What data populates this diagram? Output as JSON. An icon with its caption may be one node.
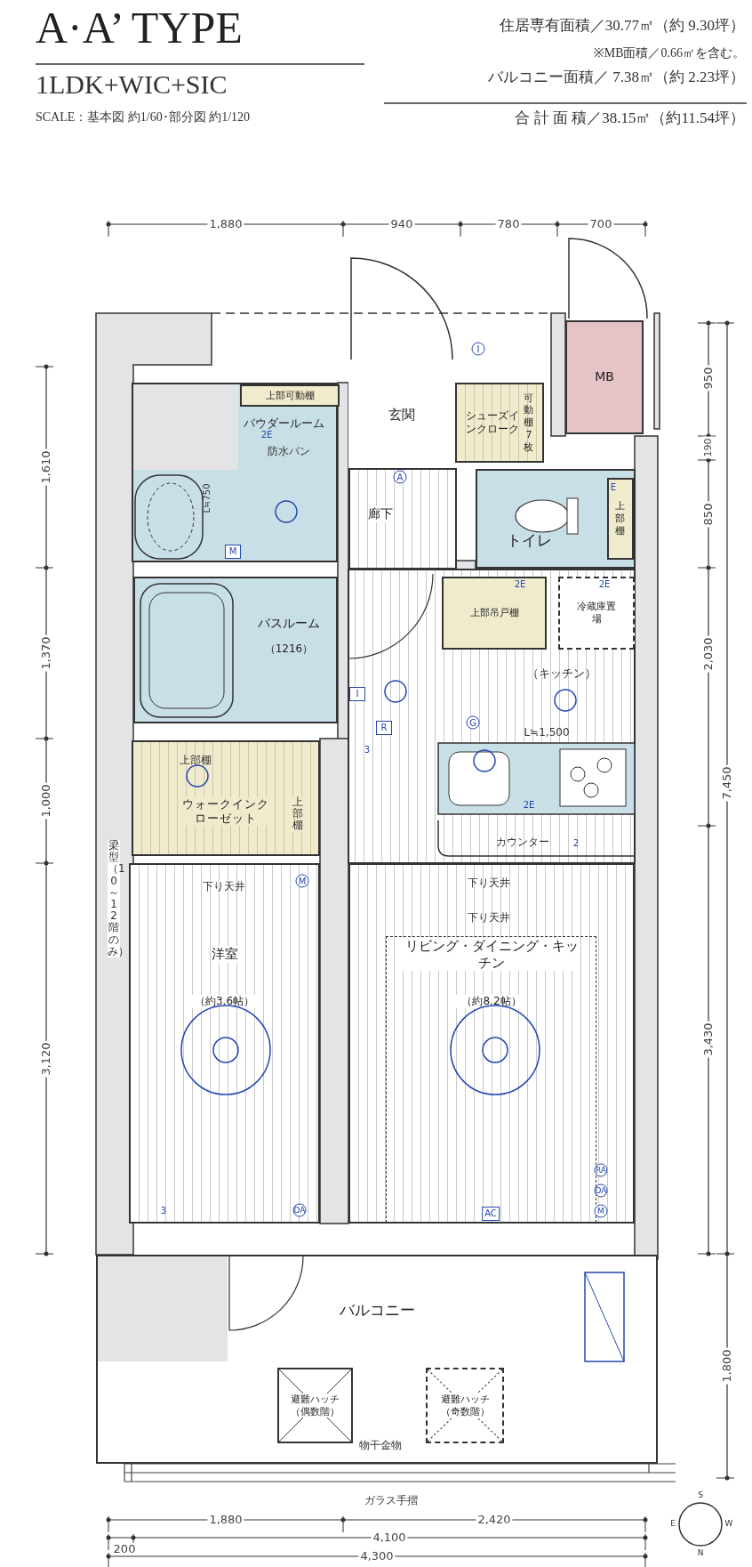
{
  "diagram": {
    "title": "A·A’ TYPE",
    "nodes": [
      {
        "text": [
          "玄関"
        ]
      },
      {
        "text": [
          "シューズインクローク",
          "可動棚7枚"
        ]
      },
      {
        "text": [
          "MB"
        ]
      },
      {
        "text": [
          "パウダールーム"
        ]
      },
      {
        "text": [
          "上部可動棚"
        ],
        "in": 3
      },
      {
        "text": [
          "廊下"
        ]
      },
      {
        "text": [
          "トイレ"
        ]
      },
      {
        "text": [
          "上部棚"
        ],
        "in": 6
      },
      {
        "text": [
          "バスルーム",
          "（1216）"
        ]
      },
      {
        "text": [
          "上部吊戸棚"
        ]
      },
      {
        "text": [
          "冷蔵庫置場"
        ]
      },
      {
        "text": [
          "ウォークインクローゼット"
        ]
      },
      {
        "text": [
          "洋室",
          "（約3.6帖）"
        ]
      },
      {
        "text": [
          "リビング・ダイニング・キッチン",
          "（約8.2帖）"
        ]
      },
      {
        "text": [
          "バルコニー"
        ]
      },
      {
        "text": [
          "避難ハッチ（偶数階）"
        ],
        "in": 14
      },
      {
        "text": [
          "避難ハッチ（奇数階）"
        ],
        "in": 14
      }
    ],
    "edges": [],
    "labels": [
      "1LDK+WIC+SIC",
      "SCALE：基本図 約1/60･部分図 約1/120",
      "住居専有面積／30.77㎡（約 9.30坪）",
      "※MB面積／0.66㎡を含む。",
      "バルコニー面積／ 7.38㎡（約 2.23坪）",
      "合 計 面 積／38.15㎡（約11.54坪）",
      "1,880",
      "940",
      "780",
      "700",
      "1,610",
      "1,370",
      "1,000",
      "3,120",
      "950",
      "190",
      "850",
      "2,030",
      "3,430",
      "7,450",
      "1,800",
      "2E",
      "防水パン",
      "L≒750",
      "I",
      "A",
      "M",
      "E",
      "2E",
      "2E",
      "（キッチン）",
      "I",
      "G",
      "R",
      "3",
      "L≒1,500",
      "2E",
      "カウンター",
      "2",
      "上部棚",
      "上部棚",
      "梁型（10～12階のみ）",
      "M",
      "下り天井",
      "下り天井",
      "下り天井",
      "RA",
      "DA",
      "3",
      "DA",
      "AC",
      "M",
      "物干金物",
      "ガラス手摺",
      "1,880",
      "2,420",
      "4,100",
      "200",
      "4,300",
      "S",
      "E",
      "W",
      "N"
    ]
  }
}
